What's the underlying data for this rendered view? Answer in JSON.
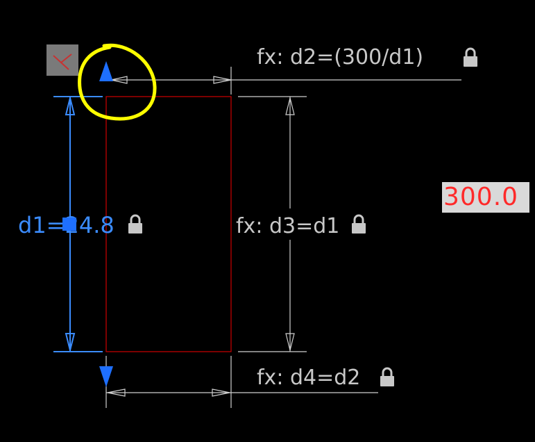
{
  "colors": {
    "background": "#000000",
    "rectangle": "#c00000",
    "dimension": "#d0d0d0",
    "active_dimension": "#3b8cff",
    "grip": "#1e6fff",
    "highlight_circle": "#ffff00",
    "input_text": "#ff2a2a",
    "input_bg": "#d9d9d9"
  },
  "dimensions": {
    "d2_label": "fx: d2=(300/d1)",
    "d1_label": "d1=24.8",
    "d3_label": "fx: d3=d1",
    "d4_label": "fx: d4=d2"
  },
  "icons": {
    "ucs": "ucs-icon",
    "lock": "lock-icon",
    "grip_up": "grip-arrow-up-icon",
    "grip_down": "grip-arrow-down-icon",
    "grip_square": "grip-square-icon"
  },
  "input": {
    "value": "300.0"
  }
}
